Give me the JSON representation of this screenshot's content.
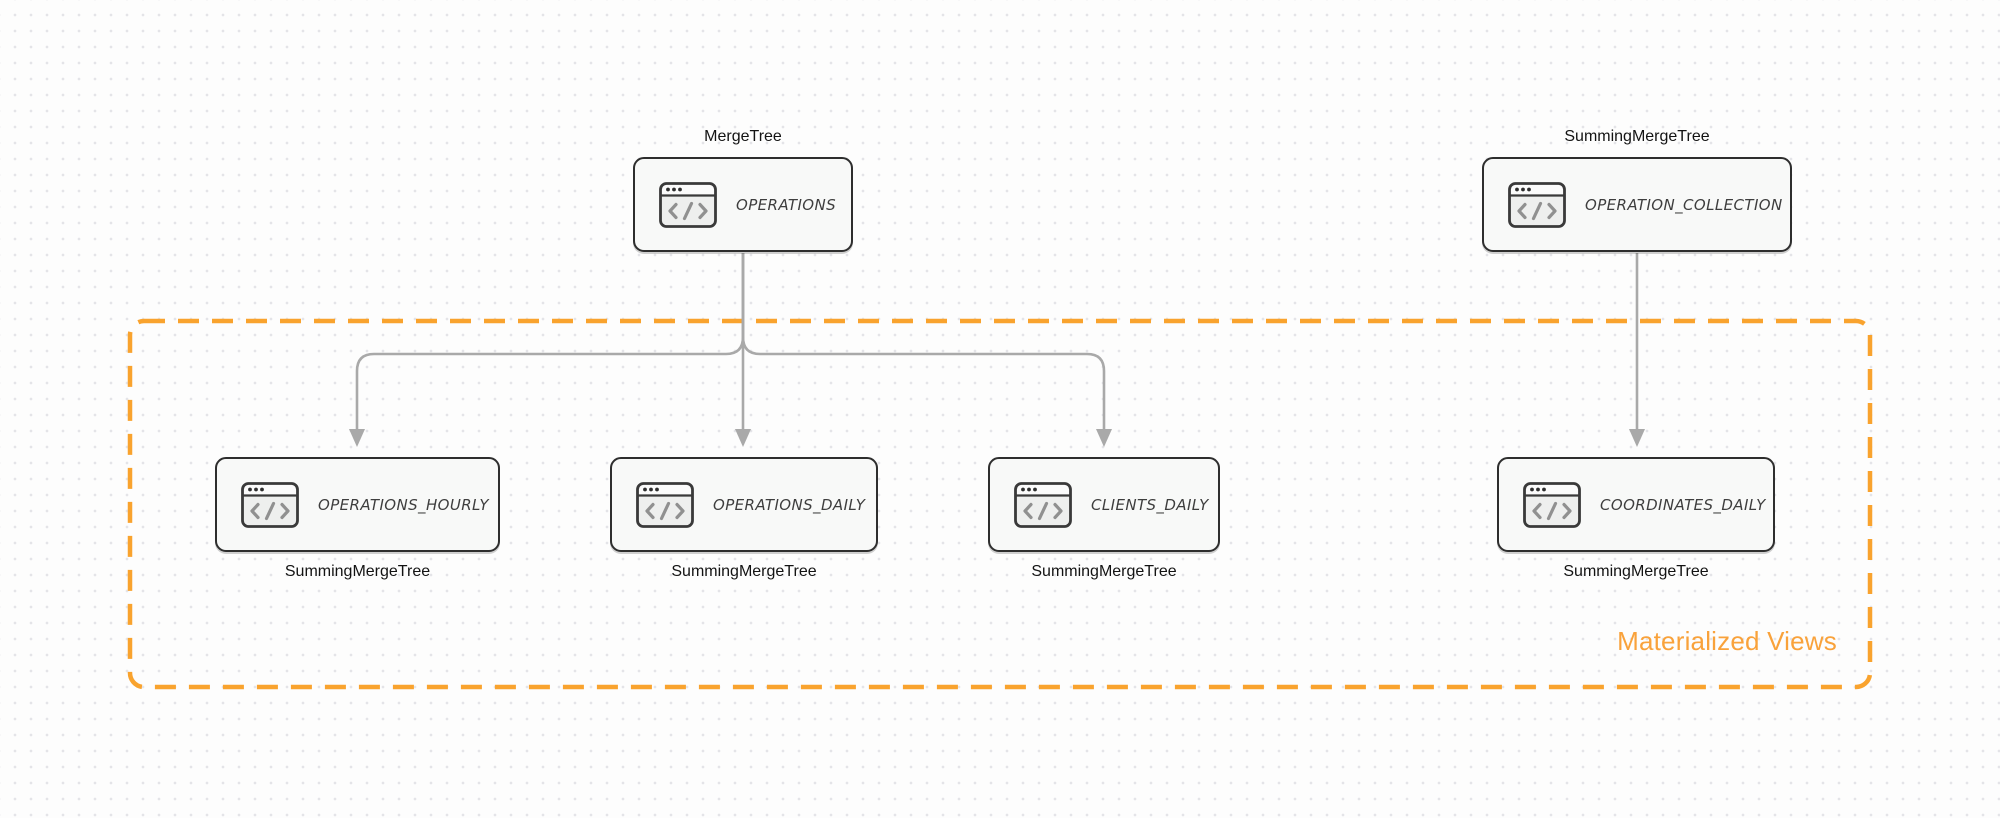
{
  "canvas": {
    "background": "#FDFDFD",
    "dot_color": "#E4E4E8"
  },
  "group": {
    "label": "Materialized Views",
    "border_color": "#F9A32E",
    "label_color": "#F9A23B",
    "border_style": "dashed"
  },
  "colors": {
    "node_border": "#2E2E2E",
    "node_fill": "#F8F9F8",
    "node_text": "#3E3E3E",
    "arrow": "#A9A9A9"
  },
  "nodes": {
    "operations": {
      "engine": "MergeTree",
      "title": "OPERATIONS",
      "icon": "code-window-icon"
    },
    "operation_collection": {
      "engine": "SummingMergeTree",
      "title": "OPERATION_COLLECTION",
      "icon": "code-window-icon"
    },
    "operations_hourly": {
      "engine": "SummingMergeTree",
      "title": "OPERATIONS_HOURLY",
      "icon": "code-window-icon"
    },
    "operations_daily": {
      "engine": "SummingMergeTree",
      "title": "OPERATIONS_DAILY",
      "icon": "code-window-icon"
    },
    "clients_daily": {
      "engine": "SummingMergeTree",
      "title": "CLIENTS_DAILY",
      "icon": "code-window-icon"
    },
    "coordinates_daily": {
      "engine": "SummingMergeTree",
      "title": "COORDINATES_DAILY",
      "icon": "code-window-icon"
    }
  },
  "edges": [
    {
      "from": "OPERATIONS",
      "to": "OPERATIONS_HOURLY"
    },
    {
      "from": "OPERATIONS",
      "to": "OPERATIONS_DAILY"
    },
    {
      "from": "OPERATIONS",
      "to": "CLIENTS_DAILY"
    },
    {
      "from": "OPERATION_COLLECTION",
      "to": "COORDINATES_DAILY"
    }
  ]
}
